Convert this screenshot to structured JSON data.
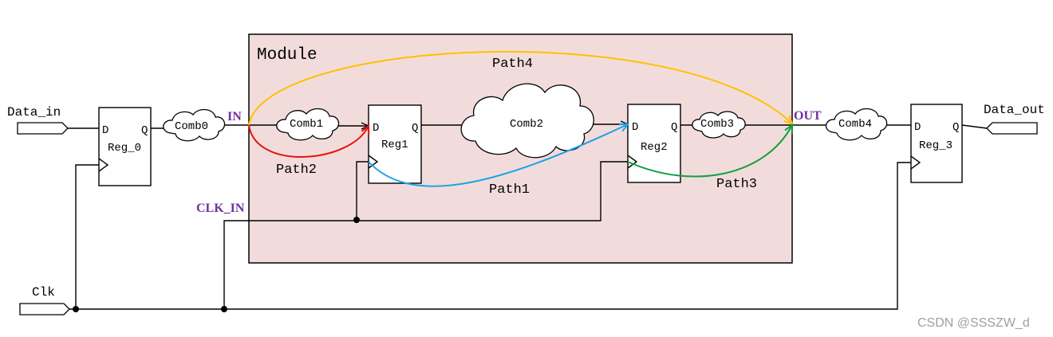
{
  "module": {
    "label": "Module"
  },
  "ports": {
    "data_in": "Data_in",
    "data_out": "Data_out",
    "clk": "Clk",
    "in": "IN",
    "out": "OUT",
    "clk_in": "CLK_IN"
  },
  "registers": [
    {
      "name": "Reg_0",
      "d": "D",
      "q": "Q"
    },
    {
      "name": "Reg1",
      "d": "D",
      "q": "Q"
    },
    {
      "name": "Reg2",
      "d": "D",
      "q": "Q"
    },
    {
      "name": "Reg_3",
      "d": "D",
      "q": "Q"
    }
  ],
  "combs": [
    "Comb0",
    "Comb1",
    "Comb2",
    "Comb3",
    "Comb4"
  ],
  "paths": [
    {
      "label": "Path1",
      "color": "#1aa3e8"
    },
    {
      "label": "Path2",
      "color": "#e81010"
    },
    {
      "label": "Path3",
      "color": "#10a040"
    },
    {
      "label": "Path4",
      "color": "#ffc000"
    }
  ],
  "colors": {
    "module_fill": "#f2dcdb",
    "port_label": "#7030a0"
  },
  "watermark": "CSDN @SSSZW_d"
}
